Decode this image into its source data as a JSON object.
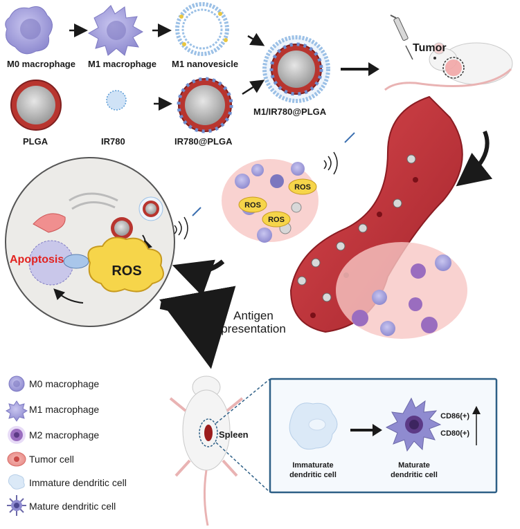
{
  "top_row": {
    "m0": "M0 macrophage",
    "m1": "M1 macrophage",
    "nanovesicle": "M1 nanovesicle",
    "plga": "PLGA",
    "ir780": "IR780",
    "ir780_plga": "IR780@PLGA",
    "m1_ir780_plga": "M1/IR780@PLGA",
    "tumor": "Tumor"
  },
  "tumor_site": {
    "ros_labels": [
      "ROS",
      "ROS",
      "ROS"
    ]
  },
  "cell": {
    "ros": "ROS",
    "apoptosis": "Apoptosis"
  },
  "antigen": {
    "line1": "Antigen",
    "line2": "presentation"
  },
  "legend": {
    "items": [
      {
        "label": "M0 macrophage",
        "icon": "m0-macrophage-icon"
      },
      {
        "label": "M1 macrophage",
        "icon": "m1-macrophage-icon"
      },
      {
        "label": "M2 macrophage",
        "icon": "m2-macrophage-icon"
      },
      {
        "label": "Tumor cell",
        "icon": "tumor-cell-icon"
      },
      {
        "label": "Immature dendritic cell",
        "icon": "immature-dendritic-cell-icon"
      },
      {
        "label": "Mature dendritic cell",
        "icon": "mature-dendritic-cell-icon"
      }
    ]
  },
  "spleen": {
    "label": "Spleen",
    "immature_l1": "Immaturate",
    "immature_l2": "dendritic cell",
    "mature_l1": "Maturate",
    "mature_l2": "dendritic cell",
    "cd86": "CD86(+)",
    "cd80": "CD80(+)"
  },
  "colors": {
    "macrophage": "#a9a6dd",
    "vessel": "#c0343a",
    "ros_fill": "#f6d54a",
    "apoptosis": "#e2221f",
    "panel_border": "#2d5f86"
  }
}
